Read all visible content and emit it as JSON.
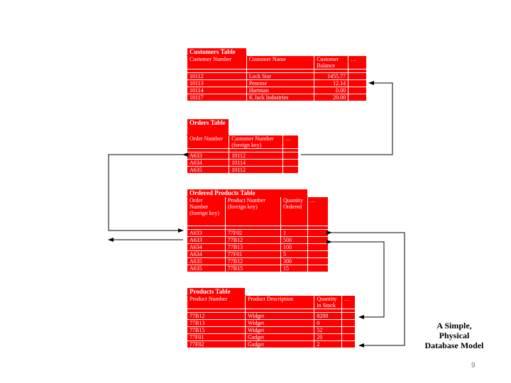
{
  "customers": {
    "title": "Customers Table",
    "headers": [
      "Customer Number",
      "Customer Name",
      "Customer Balance",
      "…"
    ],
    "rows": [
      [
        "10112",
        "Luck Star",
        "1455.77"
      ],
      [
        "10113",
        "Penrose",
        "12.14"
      ],
      [
        "10114",
        "Hartman",
        "0.00"
      ],
      [
        "10117",
        "K Jack Industries",
        "20.00"
      ]
    ]
  },
  "orders": {
    "title": "Orders Table",
    "headers": [
      "Order Number",
      "Customer Number (foreign key)",
      "…"
    ],
    "rows": [
      [
        "A633",
        "10112"
      ],
      [
        "A634",
        "10114"
      ],
      [
        "A635",
        "10112"
      ]
    ]
  },
  "ordered_products": {
    "title": "Ordered Products Table",
    "headers": [
      "Order Number (foreign key)",
      "Product Number (foreign key)",
      "Quantity Ordered",
      "…"
    ],
    "rows": [
      [
        "A633",
        "77F02",
        "1"
      ],
      [
        "A633",
        "77B12",
        "500"
      ],
      [
        "A634",
        "77B13",
        "100"
      ],
      [
        "A634",
        "77F01",
        "5"
      ],
      [
        "A635",
        "77B12",
        "300"
      ],
      [
        "A635",
        "77B15",
        "15"
      ]
    ]
  },
  "products": {
    "title": "Products Table",
    "headers": [
      "Product Number",
      "Product Description",
      "Quantity in Stock",
      "…"
    ],
    "rows": [
      [
        "77B12",
        "Widget",
        "8200"
      ],
      [
        "77B13",
        "Widget",
        "0"
      ],
      [
        "77B15",
        "Widget",
        "52"
      ],
      [
        "77F01",
        "Gadget",
        "20"
      ],
      [
        "77F02",
        "Gadget",
        "2"
      ]
    ]
  },
  "caption": {
    "line1": "A Simple,",
    "line2": "Physical",
    "line3": "Database Model"
  },
  "page_number": "9",
  "colors": {
    "table_fill": "#ff0000",
    "text": "#ffffff",
    "arrow": "#000000"
  }
}
